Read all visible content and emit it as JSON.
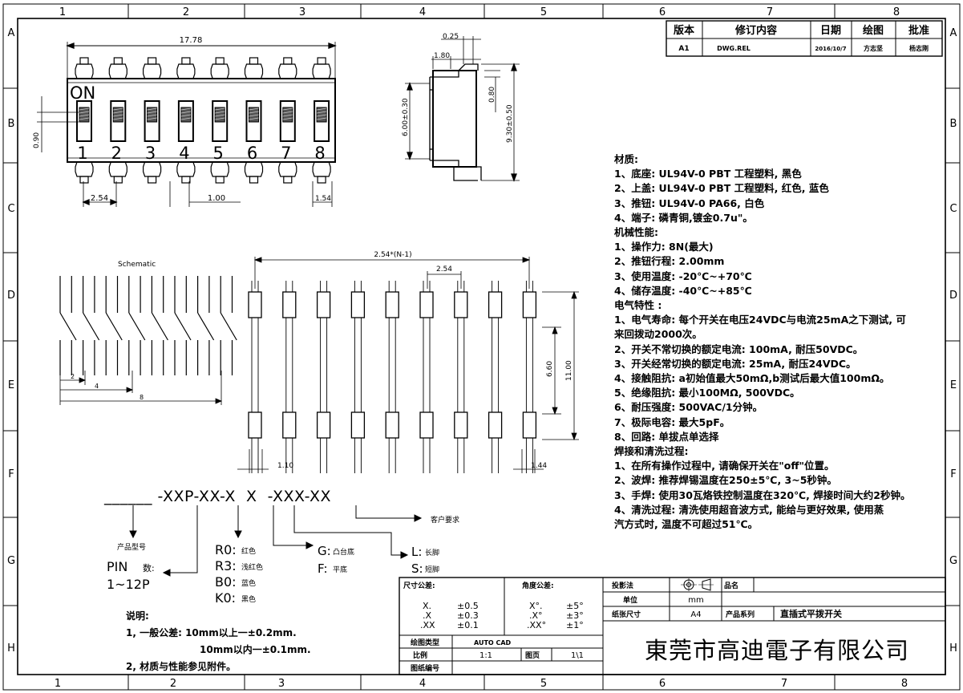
{
  "grid": {
    "cols_top": [
      "1",
      "2",
      "3",
      "4",
      "5",
      "6",
      "7",
      "8"
    ],
    "cols_bottom": [
      "1",
      "2",
      "3",
      "4",
      "5",
      "6",
      "7",
      "8"
    ],
    "rows": [
      "A",
      "B",
      "C",
      "D",
      "E",
      "F",
      "G",
      "H"
    ]
  },
  "revision": {
    "headers": [
      "版本",
      "修订内容",
      "日期",
      "绘图",
      "批准"
    ],
    "row": [
      "A1",
      "DWG.REL",
      "2016/10/7",
      "方志坚",
      "杨志刚"
    ]
  },
  "top_view": {
    "on_label": "ON",
    "positions": [
      "1",
      "2",
      "3",
      "4",
      "5",
      "6",
      "7",
      "8"
    ],
    "dim_width": "17.78",
    "dim_090": "0.90",
    "dim_pitch": "2.54",
    "dim_100": "1.00",
    "dim_154": "1.54"
  },
  "side_view": {
    "dim_025": "0.25",
    "dim_180": "1.80",
    "dim_080": "0.80",
    "dim_600": "6.00±0.30",
    "dim_930": "9.30±0.50"
  },
  "schematic": {
    "title": "Schematic",
    "dim_2": "2",
    "dim_4": "4",
    "dim_8": "8"
  },
  "footprint": {
    "dim_span": "2.54*(N-1)",
    "dim_pitch": "2.54",
    "dim_660": "6.60",
    "dim_1100": "11.00",
    "dim_110": "1.10",
    "dim_144": "1.44"
  },
  "part_code": {
    "code": "______ -XXP-XX-X  X  -XXX-XX",
    "product_model": "产品型号",
    "customer": "客户要求",
    "pin_label": "PIN",
    "pin_cn": "数:",
    "pin_range": "1~12P",
    "colors": [
      {
        "code": "R0:",
        "name": "红色"
      },
      {
        "code": "R3:",
        "name": "浅红色"
      },
      {
        "code": "B0:",
        "name": "蓝色"
      },
      {
        "code": "K0:",
        "name": "黑色"
      }
    ],
    "base": [
      {
        "code": "G:",
        "name": "凸台底"
      },
      {
        "code": "F:",
        "name": "平底"
      }
    ],
    "legs": [
      {
        "code": "L:",
        "name": "长脚"
      },
      {
        "code": "S:",
        "name": "短脚"
      }
    ]
  },
  "spec": [
    "材质:",
    "1、底座: UL94V-0 PBT 工程塑料, 黑色",
    "2、上盖: UL94V-0 PBT 工程塑料, 红色, 蓝色",
    "3、推钮: UL94V-0 PA66, 白色",
    "4、端子: 磷青铜,镀金0.7u\"。",
    "机械性能:",
    "1、操作力: 8N(最大)",
    "2、推钮行程: 2.00mm",
    "3、使用温度: -20℃~+70℃",
    "4、储存温度: -40℃~+85℃",
    "电气特性 :",
    "1、电气寿命: 每个开关在电压24VDC与电流25mA之下测试, 可",
    "    来回拨动2000次。",
    "2、开关不常切换的额定电流: 100mA, 耐压50VDC。",
    "3、开关经常切换的额定电流: 25mA, 耐压24VDC。",
    "4、接触阻抗: a初始值最大50mΩ,b测试后最大值100mΩ。",
    "5、绝缘阻抗: 最小100MΩ, 500VDC。",
    "6、耐压强度: 500VAC/1分钟。",
    "7、极际电容: 最大5pF。",
    "8、回路: 单拔点单选择",
    "焊接和清洗过程:",
    "1、在所有操作过程中, 请确保开关在\"off\"位置。",
    "2、波焊: 推荐焊锡温度在250±5℃, 3~5秒钟。",
    "3、手焊: 使用30瓦烙铁控制温度在320℃, 焊接时间大约2秒钟。",
    "4、清洗过程: 清洗使用超音波方式, 能给与更好效果, 使用蒸",
    "    汽方式时, 温度不可超过51℃。"
  ],
  "notes": {
    "title": "说明:",
    "line1": "1, 一般公差: 10mm以上一±0.2mm.",
    "line2": "10mm以内一±0.1mm.",
    "line3": "2, 材质与性能参见附件。"
  },
  "title_block": {
    "dim_tol_label": "尺寸公差:",
    "ang_tol_label": "角度公差:",
    "dim_tol": [
      [
        "X.",
        "±0.5"
      ],
      [
        ".X",
        "±0.3"
      ],
      [
        ".XX",
        "±0.1"
      ]
    ],
    "ang_tol": [
      [
        "X°.",
        "±5°"
      ],
      [
        ".X°",
        "±3°"
      ],
      [
        ".XX°",
        "±1°"
      ]
    ],
    "projection_label": "投影法",
    "part_name_label": "品名",
    "unit_label": "单位",
    "unit": "mm",
    "size_label": "纸张尺寸",
    "size": "A4",
    "series_label": "产品系列",
    "series": "直插式平拨开关",
    "drawing_type_label": "绘图类型",
    "drawing_type": "AUTO CAD",
    "scale_label": "比例",
    "scale": "1:1",
    "page_label": "图页",
    "page": "1\\1",
    "drawing_no_label": "图纸编号",
    "company": "東莞市高迪電子有限公司"
  }
}
